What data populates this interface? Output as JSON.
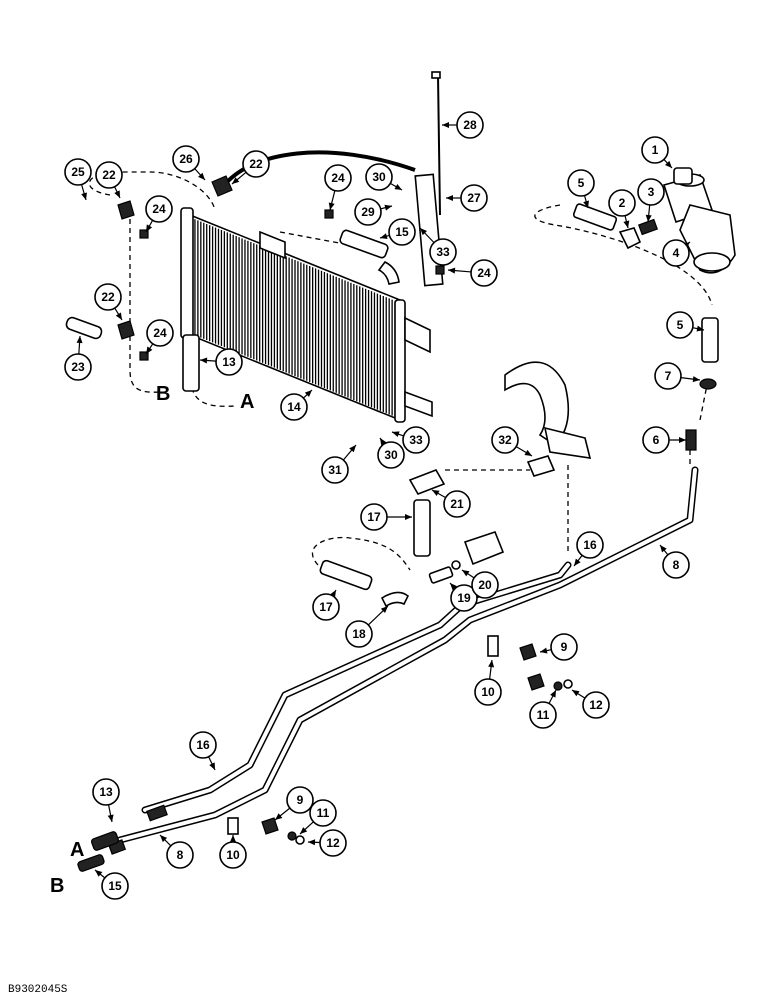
{
  "diagram": {
    "callouts": [
      {
        "id": "c1",
        "label": "1"
      },
      {
        "id": "c2",
        "label": "2"
      },
      {
        "id": "c3",
        "label": "3"
      },
      {
        "id": "c4",
        "label": "4"
      },
      {
        "id": "c5a",
        "label": "5"
      },
      {
        "id": "c5b",
        "label": "5"
      },
      {
        "id": "c6",
        "label": "6"
      },
      {
        "id": "c7",
        "label": "7"
      },
      {
        "id": "c8a",
        "label": "8"
      },
      {
        "id": "c8b",
        "label": "8"
      },
      {
        "id": "c9a",
        "label": "9"
      },
      {
        "id": "c9b",
        "label": "9"
      },
      {
        "id": "c10a",
        "label": "10"
      },
      {
        "id": "c10b",
        "label": "10"
      },
      {
        "id": "c11a",
        "label": "11"
      },
      {
        "id": "c11b",
        "label": "11"
      },
      {
        "id": "c12a",
        "label": "12"
      },
      {
        "id": "c12b",
        "label": "12"
      },
      {
        "id": "c13a",
        "label": "13"
      },
      {
        "id": "c13b",
        "label": "13"
      },
      {
        "id": "c14",
        "label": "14"
      },
      {
        "id": "c15a",
        "label": "15"
      },
      {
        "id": "c15b",
        "label": "15"
      },
      {
        "id": "c16a",
        "label": "16"
      },
      {
        "id": "c16b",
        "label": "16"
      },
      {
        "id": "c17a",
        "label": "17"
      },
      {
        "id": "c17b",
        "label": "17"
      },
      {
        "id": "c18",
        "label": "18"
      },
      {
        "id": "c19",
        "label": "19"
      },
      {
        "id": "c20",
        "label": "20"
      },
      {
        "id": "c21",
        "label": "21"
      },
      {
        "id": "c22a",
        "label": "22"
      },
      {
        "id": "c22b",
        "label": "22"
      },
      {
        "id": "c22c",
        "label": "22"
      },
      {
        "id": "c23",
        "label": "23"
      },
      {
        "id": "c24a",
        "label": "24"
      },
      {
        "id": "c24b",
        "label": "24"
      },
      {
        "id": "c24c",
        "label": "24"
      },
      {
        "id": "c24d",
        "label": "24"
      },
      {
        "id": "c25",
        "label": "25"
      },
      {
        "id": "c26",
        "label": "26"
      },
      {
        "id": "c27",
        "label": "27"
      },
      {
        "id": "c28",
        "label": "28"
      },
      {
        "id": "c29",
        "label": "29"
      },
      {
        "id": "c30a",
        "label": "30"
      },
      {
        "id": "c30b",
        "label": "30"
      },
      {
        "id": "c31",
        "label": "31"
      },
      {
        "id": "c32",
        "label": "32"
      },
      {
        "id": "c33a",
        "label": "33"
      },
      {
        "id": "c33b",
        "label": "33"
      }
    ],
    "letters": {
      "a_top": "A",
      "b_top": "B",
      "a_bottom": "A",
      "b_bottom": "B"
    },
    "figure_code": "B9302045S"
  }
}
